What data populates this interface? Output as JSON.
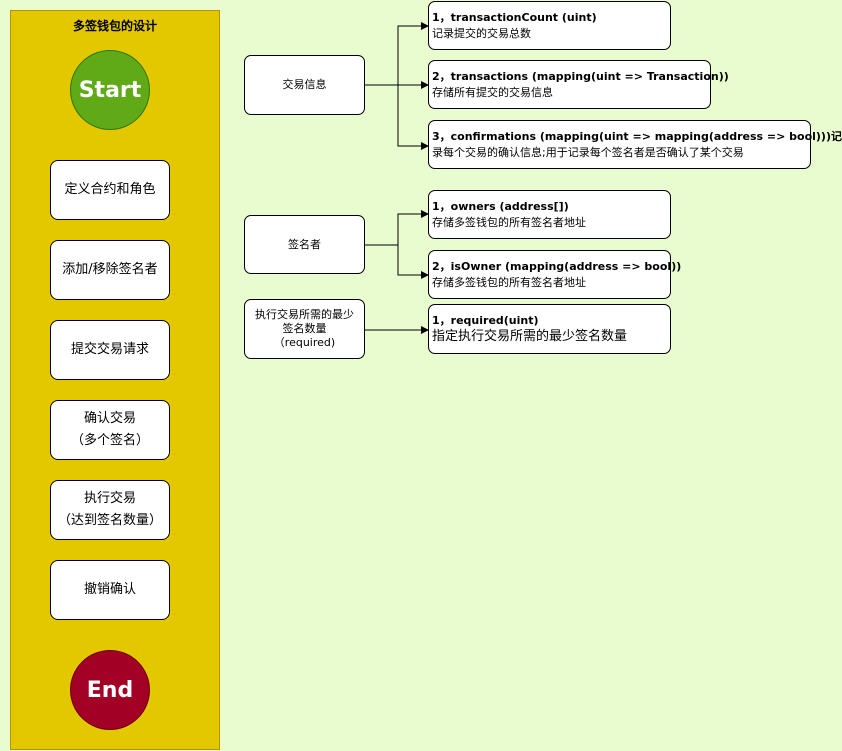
{
  "lane": {
    "title": "多签钱包的设计"
  },
  "flow": {
    "start": "Start",
    "end": "End",
    "steps": [
      {
        "line1": "定义合约和角色",
        "line2": ""
      },
      {
        "line1": "添加/移除签名者",
        "line2": ""
      },
      {
        "line1": "提交交易请求",
        "line2": ""
      },
      {
        "line1": "确认交易",
        "line2": "（多个签名）"
      },
      {
        "line1": "执行交易",
        "line2": "（达到签名数量）"
      },
      {
        "line1": "撤销确认",
        "line2": ""
      }
    ]
  },
  "groups": {
    "transaction_info": "交易信息",
    "signers": "签名者",
    "required": {
      "line1": "执行交易所需的最少",
      "line2": "签名数量",
      "line3": "（required)"
    }
  },
  "details": {
    "tx_count": {
      "title": "1，transactionCount (uint)",
      "desc": "记录提交的交易总数"
    },
    "transactions": {
      "title": "2，transactions (mapping(uint => Transaction))",
      "desc": "存储所有提交的交易信息"
    },
    "confirmations": {
      "title": "3，confirmations (mapping(uint => mapping(address => bool)))记",
      "desc": "录每个交易的确认信息;用于记录每个签名者是否确认了某个交易"
    },
    "owners": {
      "title": "1，owners (address[])",
      "desc": "存储多签钱包的所有签名者地址"
    },
    "is_owner": {
      "title": "2，isOwner (mapping(address => bool))",
      "desc": "存储多签钱包的所有签名者地址"
    },
    "required_field": {
      "title": "1，required(uint)",
      "desc": "指定执行交易所需的最少签名数量"
    }
  },
  "colors": {
    "background": "#e8fccf",
    "lane": "#e3c800",
    "start": "#60a917",
    "end": "#a20025"
  }
}
